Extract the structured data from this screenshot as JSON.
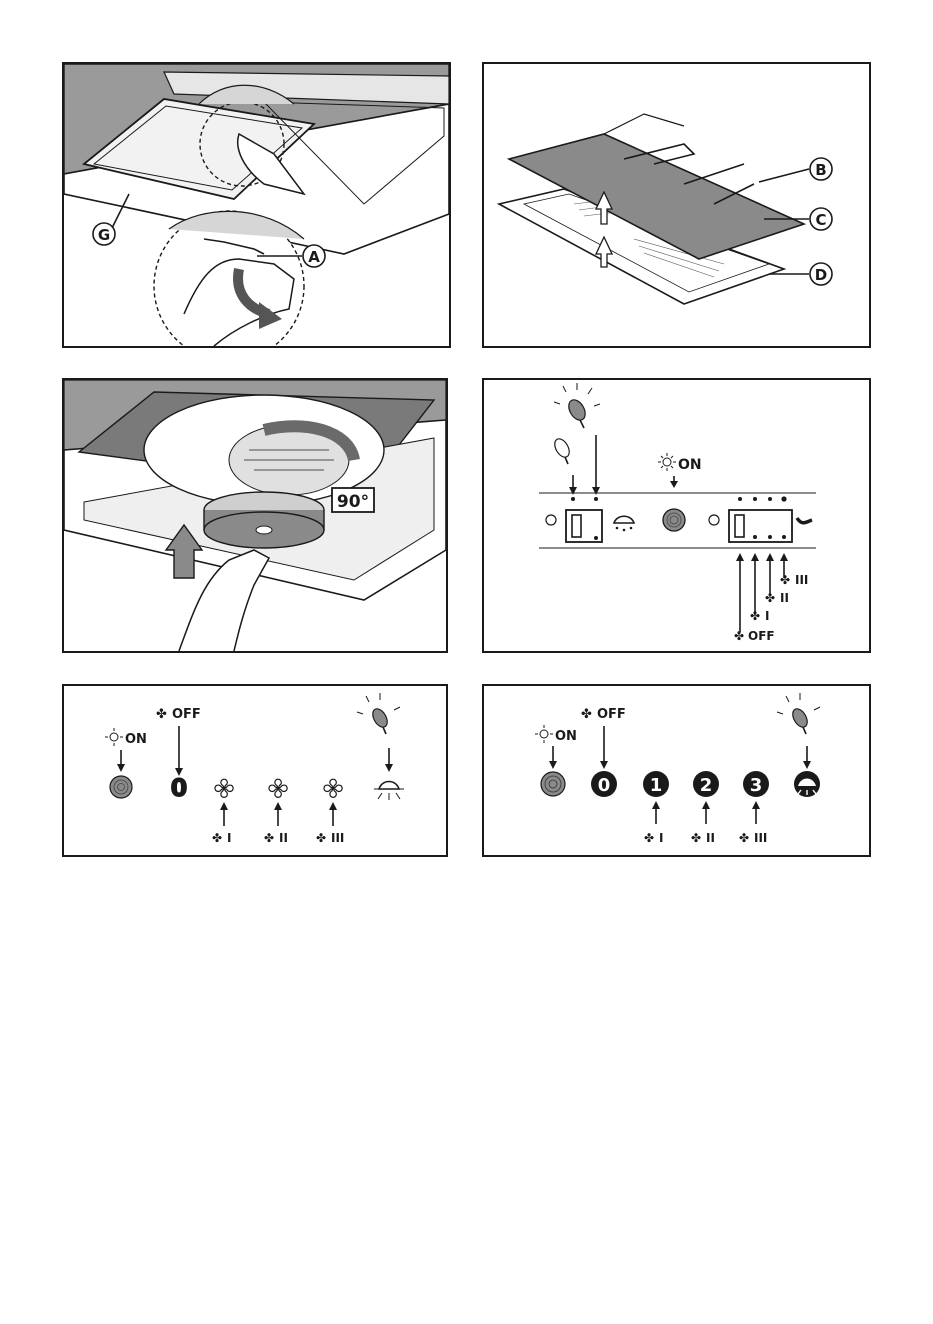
{
  "panels": {
    "p1": {
      "callouts": [
        "G",
        "A"
      ]
    },
    "p2": {
      "callouts": [
        "B",
        "C",
        "D"
      ]
    },
    "p3": {
      "angle_label": "90°"
    },
    "p4": {
      "light_on_label": "ON",
      "fan_off_label": "OFF",
      "fan_speed_labels": [
        "I",
        "II",
        "III"
      ]
    },
    "p5": {
      "light_on_label": "ON",
      "fan_off_label": "OFF",
      "fan_speed_labels": [
        "I",
        "II",
        "III"
      ],
      "off_button_glyph": "0"
    },
    "p6": {
      "light_on_label": "ON",
      "fan_off_label": "OFF",
      "fan_speed_labels": [
        "I",
        "II",
        "III"
      ],
      "buttons": [
        "0",
        "1",
        "2",
        "3"
      ]
    }
  },
  "colors": {
    "ink": "#1a1a1a",
    "panel_grey": "#8a8a8a",
    "light_grey": "#d6d6d6"
  }
}
